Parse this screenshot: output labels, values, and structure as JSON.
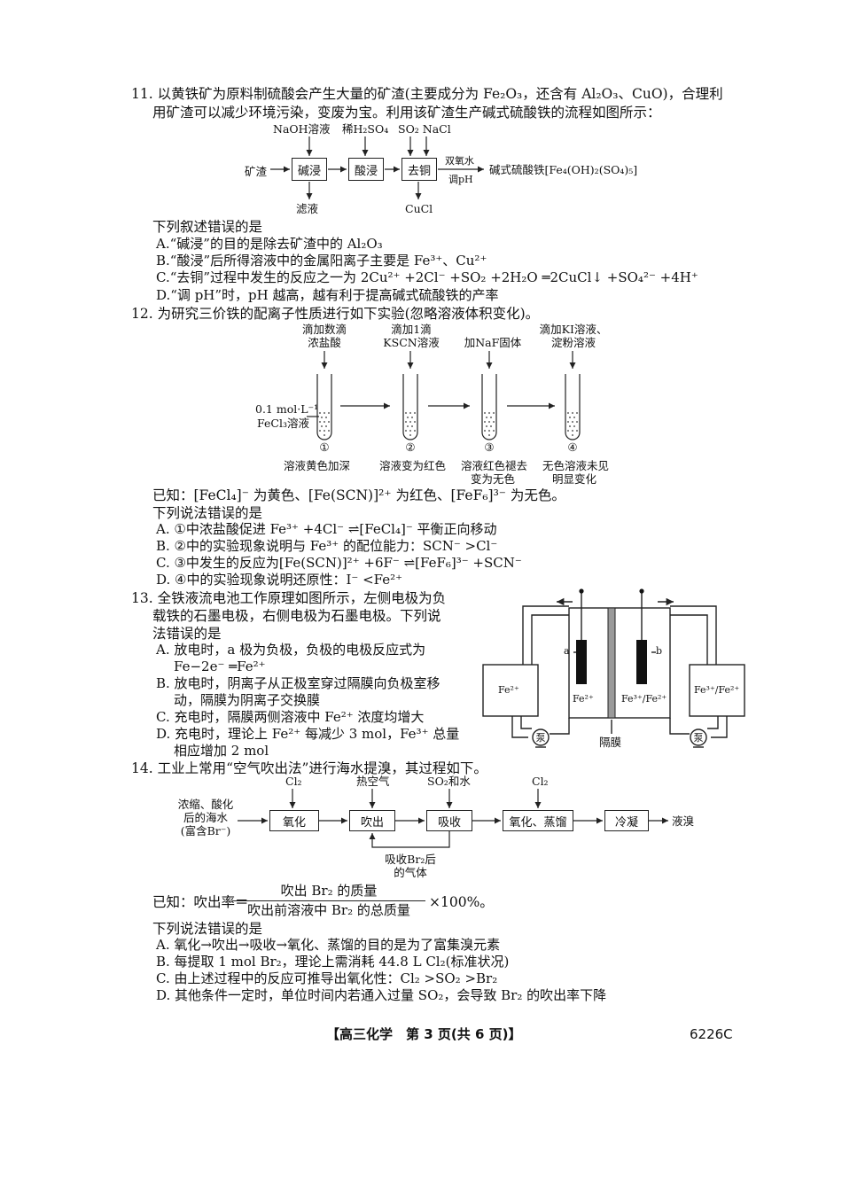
{
  "q11": {
    "line1": "11. 以黄铁矿为原料制硫酸会产生大量的矿渣(主要成分为 Fe₂O₃，还含有 Al₂O₃、CuO)，合理利",
    "line2": "用矿渣可以减少环境污染，变废为宝。利用该矿渣生产碱式硫酸铁的流程如图所示：",
    "flow": {
      "reagent_naoh": "NaOH溶液",
      "reagent_h2so4": "稀H₂SO₄",
      "reagent_so2": "SO₂ NaCl",
      "start": "矿渣",
      "box1": "碱浸",
      "box2": "酸浸",
      "box3": "去铜",
      "arrow_top": "双氧水",
      "arrow_bottom": "调pH",
      "product": "碱式硫酸铁[Fe₄(OH)₂(SO₄)₅]",
      "out1": "滤液",
      "out3": "CuCl"
    },
    "stem": "下列叙述错误的是",
    "A": "A.“碱浸”的目的是除去矿渣中的 Al₂O₃",
    "B": "B.“酸浸”后所得溶液中的金属阳离子主要是 Fe³⁺、Cu²⁺",
    "C": "C.“去铜”过程中发生的反应之一为 2Cu²⁺ +2Cl⁻ +SO₂ +2H₂O ═2CuCl↓ +SO₄²⁻ +4H⁺",
    "D": "D.“调 pH”时，pH 越高，越有利于提高碱式硫酸铁的产率"
  },
  "q12": {
    "line1": "12. 为研究三价铁的配离子性质进行如下实验(忽略溶液体积变化)。",
    "add1a": "滴加数滴",
    "add1b": "浓盐酸",
    "add2a": "滴加1滴",
    "add2b": "KSCN溶液",
    "add3": "加NaF固体",
    "add4a": "滴加KI溶液、",
    "add4b": "淀粉溶液",
    "conc1": "0.1 mol·L⁻¹",
    "conc2": "FeCl₃溶液",
    "n1": "①",
    "n2": "②",
    "n3": "③",
    "n4": "④",
    "obs1": "溶液黄色加深",
    "obs2": "溶液变为红色",
    "obs3a": "溶液红色褪去",
    "obs3b": "变为无色",
    "obs4a": "无色溶液未见",
    "obs4b": "明显变化",
    "known": "已知：[FeCl₄]⁻ 为黄色、[Fe(SCN)]²⁺ 为红色、[FeF₆]³⁻ 为无色。",
    "stem": "下列说法错误的是",
    "A": "A. ①中浓盐酸促进 Fe³⁺ +4Cl⁻ ⇌[FeCl₄]⁻ 平衡正向移动",
    "B": "B. ②中的实验现象说明与 Fe³⁺ 的配位能力：SCN⁻ >Cl⁻",
    "C": "C. ③中发生的反应为[Fe(SCN)]²⁺ +6F⁻ ⇌[FeF₆]³⁻ +SCN⁻",
    "D": "D. ④中的实验现象说明还原性：I⁻ <Fe²⁺"
  },
  "q13": {
    "l1": "13. 全铁液流电池工作原理如图所示，左侧电极为负",
    "l2": "载铁的石墨电极，右侧电极为石墨电极。下列说",
    "l3": "法错误的是",
    "A1": "A. 放电时，a 极为负极，负极的电极反应式为",
    "A2": "Fe−2e⁻ ═Fe²⁺",
    "B1": "B. 放电时，阴离子从正极室穿过隔膜向负极室移",
    "B2": "动，隔膜为阴离子交换膜",
    "C": "C. 充电时，隔膜两侧溶液中 Fe²⁺ 浓度均增大",
    "D1": "D. 充电时，理论上 Fe²⁺ 每减少 3 mol，Fe³⁺ 总量",
    "D2": "相应增加 2 mol",
    "fig": {
      "left_tank": "Fe²⁺",
      "left_cell": "Fe²⁺",
      "right_cell": "Fe³⁺/Fe²⁺",
      "right_tank": "Fe³⁺/Fe²⁺",
      "a": "a",
      "b": "b",
      "pump": "泵",
      "membrane": "隔膜"
    }
  },
  "q14": {
    "line1": "14. 工业上常用“空气吹出法”进行海水提溴，其过程如下。",
    "start1": "浓缩、酸化",
    "start2": "后的海水",
    "start3": "(富含Br⁻)",
    "r1": "Cl₂",
    "r2": "热空气",
    "r3": "SO₂和水",
    "r4": "Cl₂",
    "b1": "氧化",
    "b2": "吹出",
    "b3": "吸收",
    "b4": "氧化、蒸馏",
    "b5": "冷凝",
    "product": "液溴",
    "recycle1": "吸收Br₂后",
    "recycle2": "的气体",
    "known_prefix": "已知：吹出率＝",
    "numerator": "吹出 Br₂ 的质量",
    "denominator": "吹出前溶液中 Br₂ 的总质量",
    "known_suffix": "×100%。",
    "stem": "下列说法错误的是",
    "A": "A. 氧化→吹出→吸收→氧化、蒸馏的目的是为了富集溴元素",
    "B": "B. 每提取 1 mol Br₂，理论上需消耗 44.8 L Cl₂(标准状况)",
    "C": "C. 由上述过程中的反应可推导出氧化性：Cl₂ >SO₂ >Br₂",
    "D": "D. 其他条件一定时，单位时间内若通入过量 SO₂，会导致 Br₂ 的吹出率下降"
  },
  "footer": {
    "page": "【高三化学　第 3 页(共 6 页)】",
    "code": "6226C"
  }
}
